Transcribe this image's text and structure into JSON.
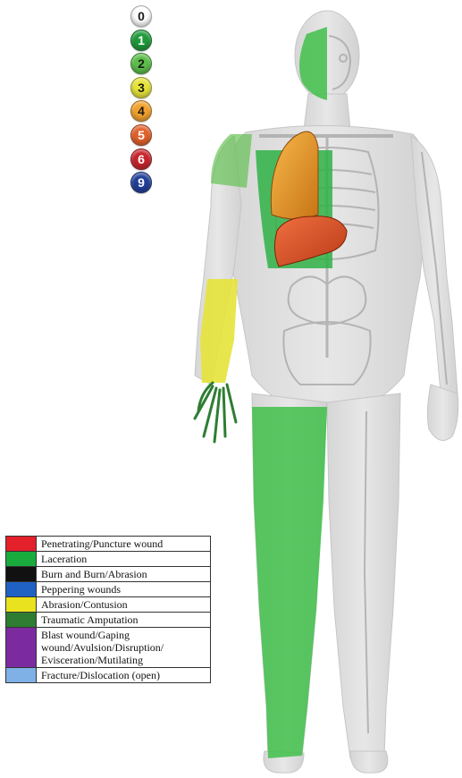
{
  "severity_scale": [
    {
      "label": "0",
      "color": "#ffffff"
    },
    {
      "label": "1",
      "color": "#1f9a3a"
    },
    {
      "label": "2",
      "color": "#5cbf4a"
    },
    {
      "label": "3",
      "color": "#e6e437"
    },
    {
      "label": "4",
      "color": "#f2a22c"
    },
    {
      "label": "5",
      "color": "#e2612b"
    },
    {
      "label": "6",
      "color": "#c8242b"
    },
    {
      "label": "9",
      "color": "#213f99"
    }
  ],
  "legend": [
    {
      "label": "Penetrating/Puncture wound",
      "color": "#e4202a"
    },
    {
      "label": "Laceration",
      "color": "#1aab3e"
    },
    {
      "label": "Burn and Burn/Abrasion",
      "color": "#111111"
    },
    {
      "label": "Peppering wounds",
      "color": "#1f62c4"
    },
    {
      "label": "Abrasion/Contusion",
      "color": "#e8e31e"
    },
    {
      "label": "Traumatic Amputation",
      "color": "#2e7d32"
    },
    {
      "label": "Blast wound/Gaping wound/Avulsion/Disruption/ Evisceration/Mutilating",
      "color": "#7b2aa0"
    },
    {
      "label": "Fracture/Dislocation (open)",
      "color": "#7fb0e6"
    }
  ],
  "injury_colors": {
    "laceration": "#3fbf4a",
    "abrasion": "#e6e33a",
    "lung": "#f0a030",
    "liver": "#e05a28",
    "amputation": "#2e7d32"
  }
}
